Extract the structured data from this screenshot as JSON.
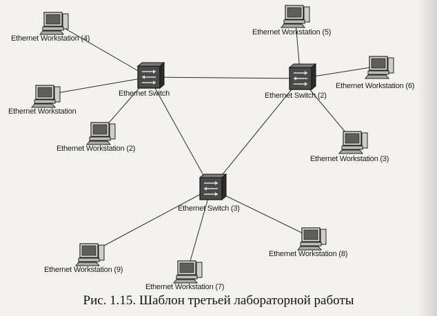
{
  "nodes": [
    {
      "id": "ws4",
      "kind": "workstation",
      "label": "Ethernet Workstation (4)",
      "icon": "computer-icon"
    },
    {
      "id": "ws5",
      "kind": "workstation",
      "label": "Ethernet Workstation (5)",
      "icon": "computer-icon"
    },
    {
      "id": "ws1",
      "kind": "workstation",
      "label": "Ethernet Workstation",
      "icon": "computer-icon"
    },
    {
      "id": "ws6",
      "kind": "workstation",
      "label": "Ethernet Workstation (6)",
      "icon": "computer-icon"
    },
    {
      "id": "ws2",
      "kind": "workstation",
      "label": "Ethernet Workstation (2)",
      "icon": "computer-icon"
    },
    {
      "id": "ws3",
      "kind": "workstation",
      "label": "Ethernet Workstation (3)",
      "icon": "computer-icon"
    },
    {
      "id": "ws9",
      "kind": "workstation",
      "label": "Ethernet Workstation (9)",
      "icon": "computer-icon"
    },
    {
      "id": "ws8",
      "kind": "workstation",
      "label": "Ethernet Workstation (8)",
      "icon": "computer-icon"
    },
    {
      "id": "ws7",
      "kind": "workstation",
      "label": "Ethernet Workstation (7)",
      "icon": "computer-icon"
    },
    {
      "id": "sw1",
      "kind": "switch",
      "label": "Ethernet Switch",
      "icon": "switch-icon"
    },
    {
      "id": "sw2",
      "kind": "switch",
      "label": "Ethernet Switch (2)",
      "icon": "switch-icon"
    },
    {
      "id": "sw3",
      "kind": "switch",
      "label": "Ethernet Switch (3)",
      "icon": "switch-icon"
    }
  ],
  "edges": [
    [
      "sw1",
      "ws4"
    ],
    [
      "sw1",
      "ws1"
    ],
    [
      "sw1",
      "ws2"
    ],
    [
      "sw1",
      "sw2"
    ],
    [
      "sw1",
      "sw3"
    ],
    [
      "sw2",
      "ws5"
    ],
    [
      "sw2",
      "ws6"
    ],
    [
      "sw2",
      "ws3"
    ],
    [
      "sw2",
      "sw3"
    ],
    [
      "sw3",
      "ws9"
    ],
    [
      "sw3",
      "ws7"
    ],
    [
      "sw3",
      "ws8"
    ]
  ],
  "caption": "Рис. 1.15. Шаблон третьей лабораторной работы"
}
